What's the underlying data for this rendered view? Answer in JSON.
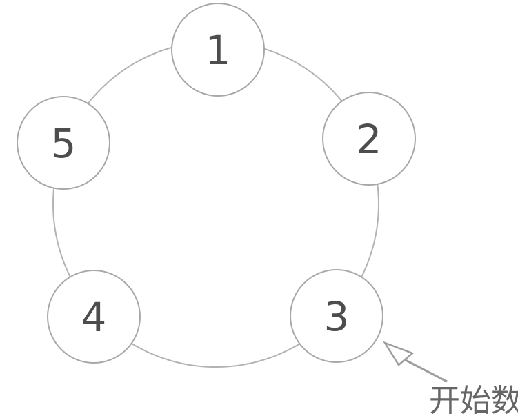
{
  "diagram": {
    "kind": "counting-circle",
    "nodes": [
      {
        "label": "1"
      },
      {
        "label": "2"
      },
      {
        "label": "3"
      },
      {
        "label": "4"
      },
      {
        "label": "5"
      }
    ],
    "annotation": {
      "label": "开始数",
      "points_to_node": "3"
    },
    "colors": {
      "background": "#ffffff",
      "ring_stroke": "#b3b3b3",
      "node_stroke": "#a8a8a8",
      "node_fill": "#ffffff",
      "number_text": "#4d4d4d",
      "annotation_text": "#666666",
      "arrow": "#9d9d9d"
    }
  }
}
